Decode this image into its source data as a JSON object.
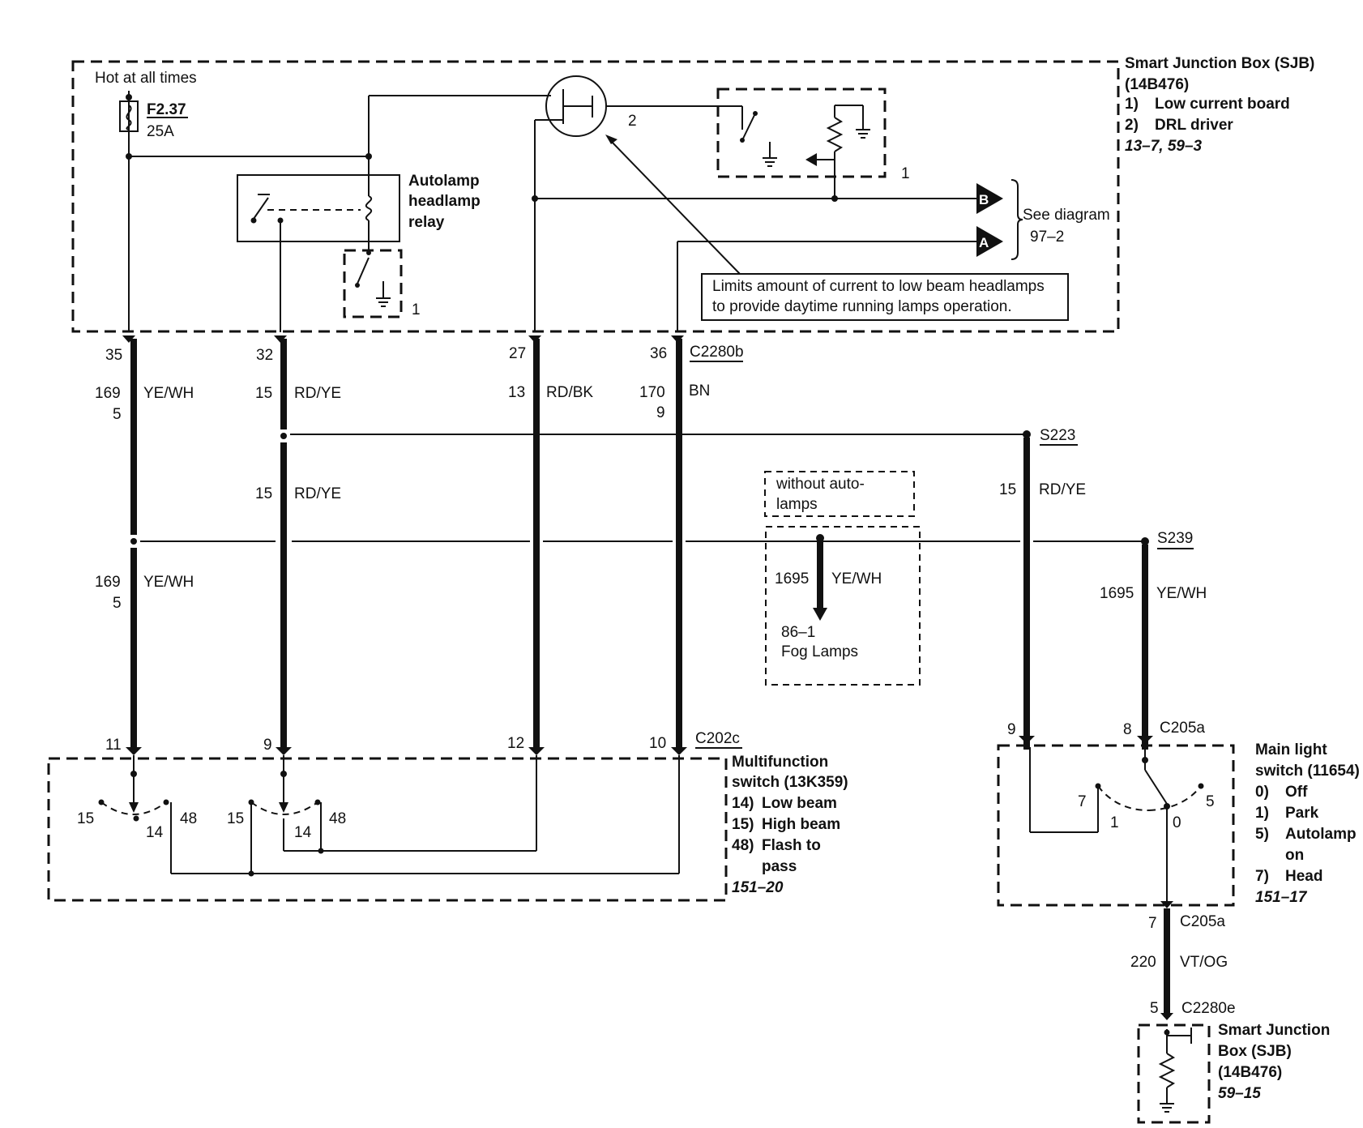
{
  "sjb_top": {
    "title_lines": [
      "Smart Junction Box (SJB)",
      "(14B476)"
    ],
    "items": [
      {
        "num": "1)",
        "label": "Low current board"
      },
      {
        "num": "2)",
        "label": "DRL driver"
      }
    ],
    "ref": "13–7, 59–3",
    "hot_label": "Hot at all times",
    "fuse_id": "F2.37",
    "fuse_rating": "25A",
    "relay_lines": [
      "Autolamp",
      "headlamp",
      "relay"
    ],
    "marker_1": "1",
    "marker_2": "2",
    "marker_1b": "1",
    "callout_lines": [
      "Limits amount of current to low beam headlamps",
      "to provide daytime running lamps operation."
    ],
    "arrow_b": "B",
    "arrow_a": "A",
    "see_diagram_lines": [
      "See diagram",
      "97–2"
    ]
  },
  "connector_top": {
    "name": "C2280b",
    "pins": [
      "35",
      "32",
      "27",
      "36"
    ]
  },
  "wires": {
    "w1_circuit": [
      "169",
      "5"
    ],
    "w1_color": "YE/WH",
    "w2_circuit": "15",
    "w2_color": "RD/YE",
    "w3_circuit": "13",
    "w3_color": "RD/BK",
    "w4_circuit": [
      "170",
      "9"
    ],
    "w4_color": "BN",
    "w2b_circuit": "15",
    "w2b_color": "RD/YE",
    "w1b_circuit": [
      "169",
      "5"
    ],
    "w1b_color": "YE/WH",
    "s223_name": "S223",
    "s223_circuit": "15",
    "s223_color": "RD/YE",
    "s239_name": "S239",
    "s239_circuit": "1695",
    "s239_color": "YE/WH"
  },
  "fog": {
    "without_lines": [
      "without auto-",
      "lamps"
    ],
    "circuit": "1695",
    "color": "YE/WH",
    "ref": "86–1",
    "label": "Fog Lamps"
  },
  "connector_mf": {
    "name": "C202c",
    "pins": [
      "11",
      "9",
      "12",
      "10"
    ]
  },
  "multifunction": {
    "title_lines": [
      "Multifunction",
      "switch (13K359)"
    ],
    "items": [
      {
        "num": "14)",
        "label": "Low beam"
      },
      {
        "num": "15)",
        "label": "High beam"
      },
      {
        "num": "48)",
        "label": "Flash to"
      },
      {
        "num": "",
        "label": "pass"
      }
    ],
    "ref": "151–20",
    "pos_labels": [
      "15",
      "14",
      "48",
      "15",
      "14",
      "48"
    ]
  },
  "main_switch": {
    "connector": "C205a",
    "pins": [
      "9",
      "8"
    ],
    "title_lines": [
      "Main light",
      "switch (11654)"
    ],
    "items": [
      {
        "num": "0)",
        "label": "Off"
      },
      {
        "num": "1)",
        "label": "Park"
      },
      {
        "num": "5)",
        "label": "Autolamp"
      },
      {
        "num": "",
        "label": "on"
      },
      {
        "num": "7)",
        "label": "Head"
      }
    ],
    "ref": "151–17",
    "pos_labels": [
      "7",
      "1",
      "0",
      "5"
    ]
  },
  "lower": {
    "connector1": "C205a",
    "pin1": "7",
    "circuit": "220",
    "color": "VT/OG",
    "connector2": "C2280e",
    "pin2": "5",
    "sjb_title_lines": [
      "Smart Junction",
      "Box (SJB)",
      "(14B476)"
    ],
    "sjb_ref": "59–15"
  }
}
